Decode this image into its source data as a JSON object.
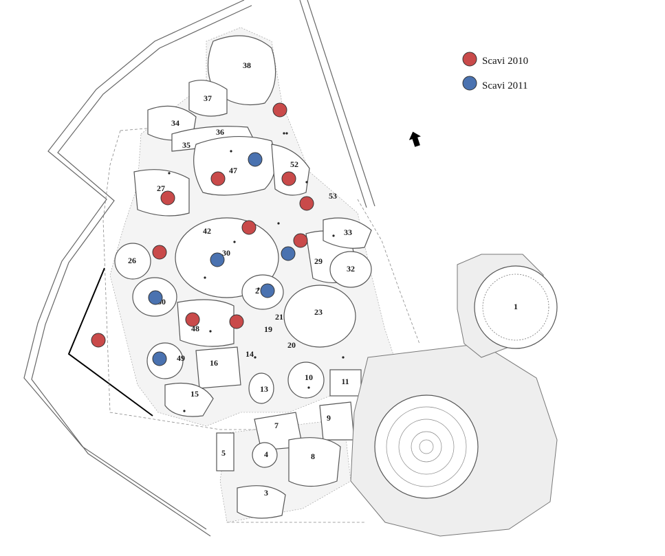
{
  "legend": {
    "items": [
      {
        "label": "Scavi 2010",
        "color": "#c94a4a"
      },
      {
        "label": "Scavi 2011",
        "color": "#4a72b0"
      }
    ]
  },
  "north_arrow": {
    "icon": "north-arrow-icon"
  },
  "rooms": [
    {
      "id": "1"
    },
    {
      "id": "3"
    },
    {
      "id": "4"
    },
    {
      "id": "5"
    },
    {
      "id": "7"
    },
    {
      "id": "8"
    },
    {
      "id": "9"
    },
    {
      "id": "10"
    },
    {
      "id": "11"
    },
    {
      "id": "13"
    },
    {
      "id": "14"
    },
    {
      "id": "15"
    },
    {
      "id": "16"
    },
    {
      "id": "19"
    },
    {
      "id": "20"
    },
    {
      "id": "21"
    },
    {
      "id": "23"
    },
    {
      "id": "26"
    },
    {
      "id": "27"
    },
    {
      "id": "29"
    },
    {
      "id": "30"
    },
    {
      "id": "30"
    },
    {
      "id": "32"
    },
    {
      "id": "33"
    },
    {
      "id": "34"
    },
    {
      "id": "35"
    },
    {
      "id": "36"
    },
    {
      "id": "37"
    },
    {
      "id": "38"
    },
    {
      "id": "42"
    },
    {
      "id": "47"
    },
    {
      "id": "48"
    },
    {
      "id": "49"
    },
    {
      "id": "52"
    },
    {
      "id": "53"
    },
    {
      "id": "2"
    }
  ],
  "markers": [
    {
      "series": "Scavi 2010"
    },
    {
      "series": "Scavi 2010"
    },
    {
      "series": "Scavi 2010"
    },
    {
      "series": "Scavi 2010"
    },
    {
      "series": "Scavi 2010"
    },
    {
      "series": "Scavi 2010"
    },
    {
      "series": "Scavi 2010"
    },
    {
      "series": "Scavi 2010"
    },
    {
      "series": "Scavi 2010"
    },
    {
      "series": "Scavi 2010"
    },
    {
      "series": "Scavi 2010"
    },
    {
      "series": "Scavi 2011"
    },
    {
      "series": "Scavi 2011"
    },
    {
      "series": "Scavi 2011"
    },
    {
      "series": "Scavi 2011"
    },
    {
      "series": "Scavi 2011"
    },
    {
      "series": "Scavi 2011"
    }
  ]
}
